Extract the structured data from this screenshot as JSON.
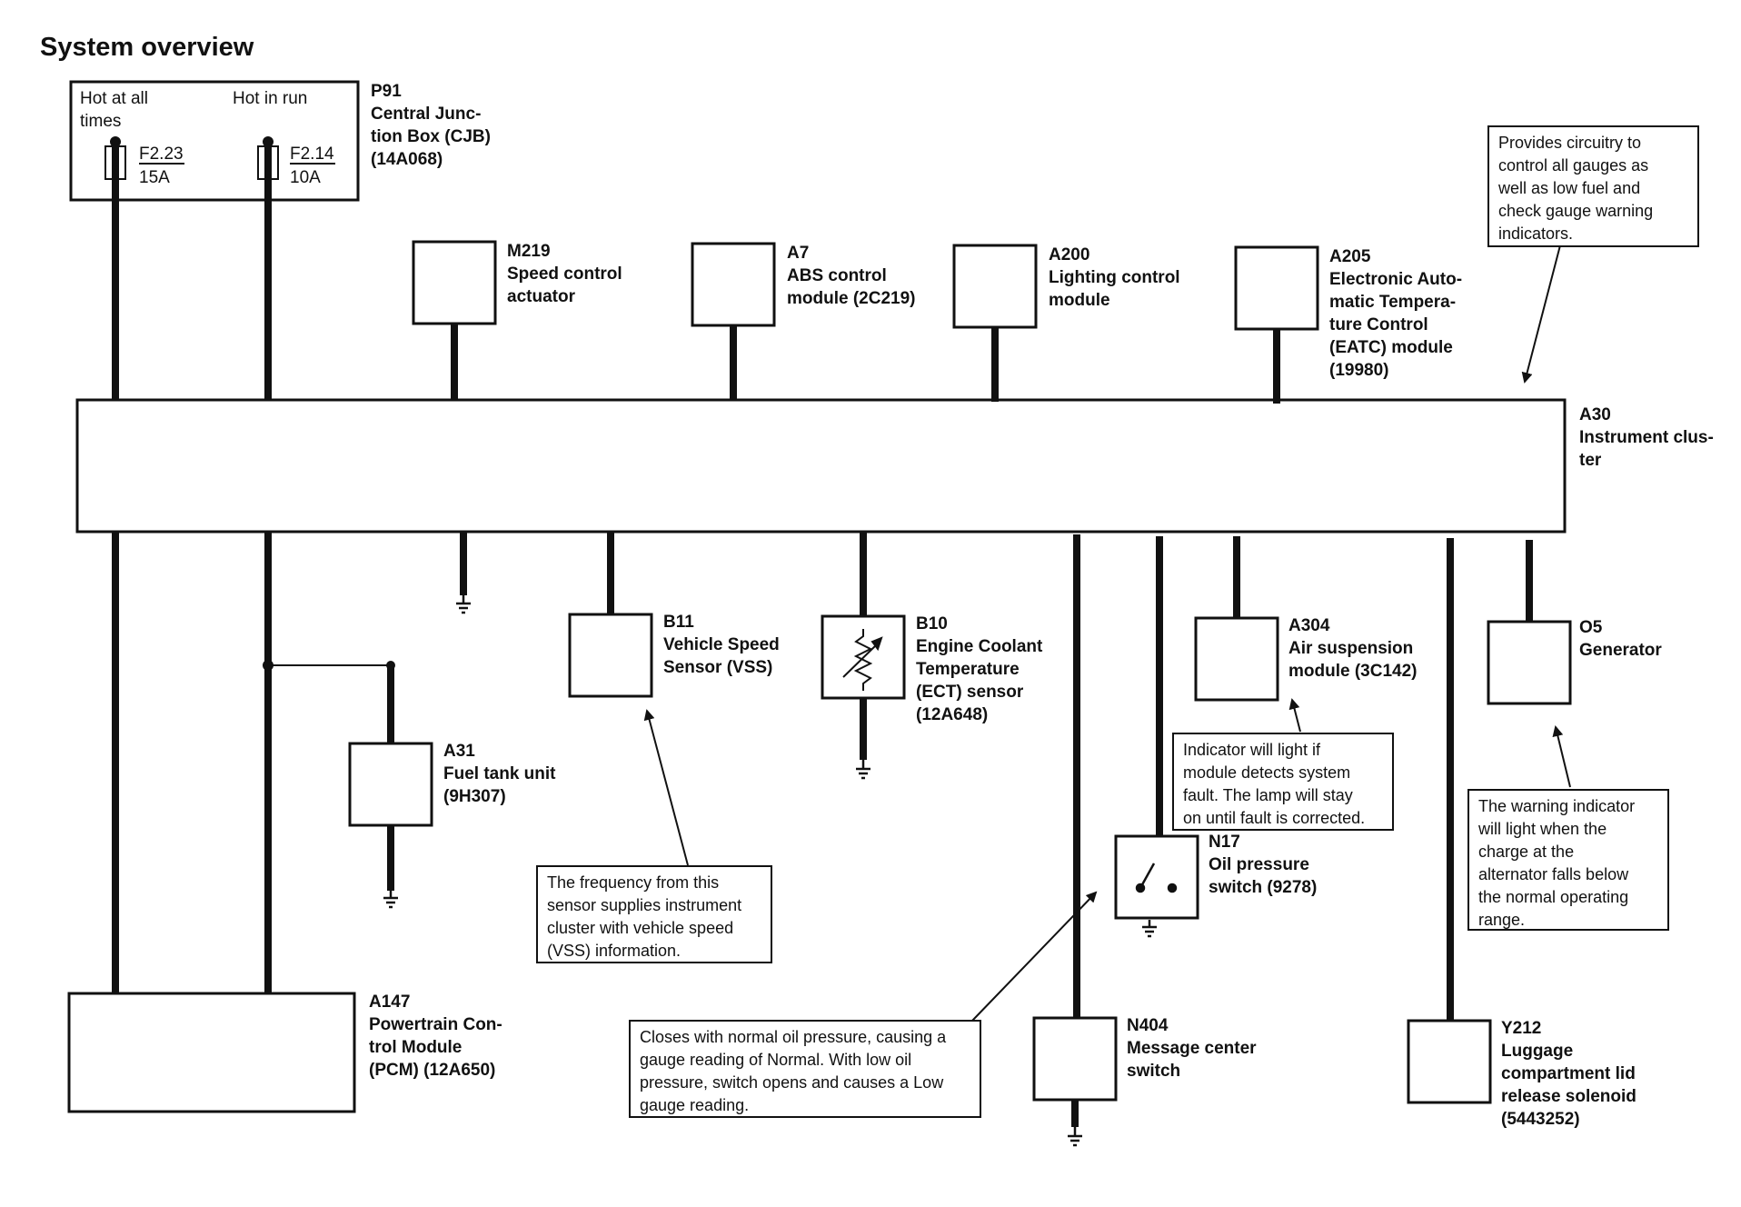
{
  "title": "System overview",
  "cjb": {
    "hot_at_all_times": [
      "Hot at all",
      "times"
    ],
    "hot_in_run": "Hot in run",
    "fuse1": {
      "name": "F2.23",
      "rating": "15A"
    },
    "fuse2": {
      "name": "F2.14",
      "rating": "10A"
    }
  },
  "components": {
    "p91": [
      "P91",
      "Central Junc-",
      "tion Box (CJB)",
      "(14A068)"
    ],
    "m219": [
      "M219",
      "Speed control",
      "actuator"
    ],
    "a7": [
      "A7",
      "ABS control",
      "module (2C219)"
    ],
    "a200": [
      "A200",
      "Lighting control",
      "module"
    ],
    "a205": [
      "A205",
      "Electronic Auto-",
      "matic Tempera-",
      "ture Control",
      "(EATC) module",
      "(19980)"
    ],
    "a30": [
      "A30",
      "Instrument clus-",
      "ter"
    ],
    "b11": [
      "B11",
      "Vehicle Speed",
      "Sensor (VSS)"
    ],
    "b10": [
      "B10",
      "Engine Coolant",
      "Temperature",
      "(ECT) sensor",
      "(12A648)"
    ],
    "a304": [
      "A304",
      "Air suspension",
      "module (3C142)"
    ],
    "o5": [
      "O5",
      "Generator"
    ],
    "a31": [
      "A31",
      "Fuel tank unit",
      "(9H307)"
    ],
    "n17": [
      "N17",
      "Oil pressure",
      "switch (9278)"
    ],
    "a147": [
      "A147",
      "Powertrain Con-",
      "trol Module",
      "(PCM) (12A650)"
    ],
    "n404": [
      "N404",
      "Message center",
      "switch"
    ],
    "y212": [
      "Y212",
      "Luggage",
      "compartment lid",
      "release solenoid",
      "(5443252)"
    ]
  },
  "notes": {
    "cluster": [
      "Provides circuitry to",
      "control all gauges as",
      "well as low fuel and",
      "check gauge warning",
      "indicators."
    ],
    "vss": [
      "The frequency from this",
      "sensor supplies instrument",
      "cluster with vehicle speed",
      "(VSS) information."
    ],
    "air_suspension": [
      "Indicator will light if",
      "module detects system",
      "fault.  The lamp will stay",
      "on until fault is corrected."
    ],
    "generator": [
      "The warning indicator",
      "will light when the",
      "charge at the",
      "alternator falls below",
      "the normal operating",
      "range."
    ],
    "oil_pressure": [
      "Closes with normal oil pressure, causing a",
      "gauge reading of Normal.  With  low oil",
      "pressure, switch opens and causes a Low",
      "gauge reading."
    ]
  },
  "colors": {
    "ink": "#111111",
    "background": "#ffffff"
  }
}
